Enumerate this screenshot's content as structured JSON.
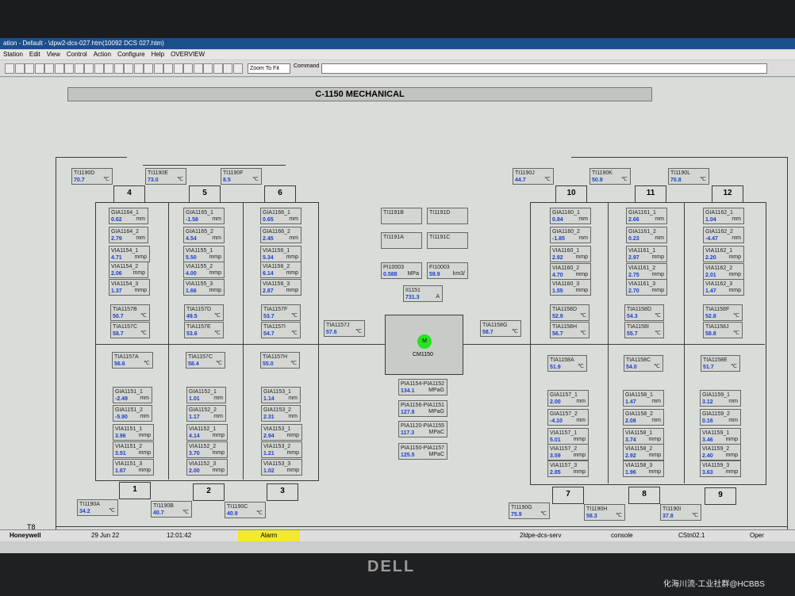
{
  "window": {
    "title": "ation - Default - \\dpw2-dcs-027.htm(10092 DCS 027.htm)"
  },
  "menu": [
    "Station",
    "Edit",
    "View",
    "Control",
    "Action",
    "Configure",
    "Help",
    "OVERVIEW"
  ],
  "toolbar": {
    "zoom": "Zoom To Fit",
    "command_label": "Command"
  },
  "display": {
    "title": "C-1150 MECHANICAL"
  },
  "motor": {
    "tag": "CM1150",
    "letter": "M",
    "color": "#26e21f"
  },
  "bottom_label": "T8",
  "boxes": {
    "b1": "1",
    "b2": "2",
    "b3": "3",
    "b4": "4",
    "b5": "5",
    "b6": "6",
    "b7": "7",
    "b8": "8",
    "b9": "9",
    "b10": "10",
    "b11": "11",
    "b12": "12"
  },
  "tags": [
    {
      "id": "TI1190D",
      "name": "TI1190D",
      "value": "70.7",
      "unit": "℃"
    },
    {
      "id": "TI1190E",
      "name": "TI1190E",
      "value": "73.0",
      "unit": "℃"
    },
    {
      "id": "TI1190F",
      "name": "TI1190F",
      "value": "8.5",
      "unit": "℃"
    },
    {
      "id": "TI1190J",
      "name": "TI1190J",
      "value": "44.7",
      "unit": "℃"
    },
    {
      "id": "TI1190K",
      "name": "TI1190K",
      "value": "50.9",
      "unit": "℃"
    },
    {
      "id": "TI1190L",
      "name": "TI1190L",
      "value": "70.8",
      "unit": "℃"
    },
    {
      "id": "GIA1164_1",
      "name": "GIA1164_1",
      "value": "0.62",
      "unit": "mm"
    },
    {
      "id": "GIA1164_2",
      "name": "GIA1164_2",
      "value": "2.79",
      "unit": "mm"
    },
    {
      "id": "VIA1154_1",
      "name": "VIA1154_1",
      "value": "4.71",
      "unit": "mmp"
    },
    {
      "id": "VIA1154_2",
      "name": "VIA1154_2",
      "value": "2.06",
      "unit": "mmp"
    },
    {
      "id": "VIA1154_3",
      "name": "VIA1154_3",
      "value": "1.37",
      "unit": "mmp"
    },
    {
      "id": "GIA1165_1",
      "name": "GIA1165_1",
      "value": "-1.58",
      "unit": "mm"
    },
    {
      "id": "GIA1165_2",
      "name": "GIA1165_2",
      "value": "4.54",
      "unit": "mm"
    },
    {
      "id": "VIA1155_1",
      "name": "VIA1155_1",
      "value": "5.50",
      "unit": "mmp"
    },
    {
      "id": "VIA1155_2",
      "name": "VIA1155_2",
      "value": "4.00",
      "unit": "mmp"
    },
    {
      "id": "VIA1155_3",
      "name": "VIA1155_3",
      "value": "1.66",
      "unit": "mmp"
    },
    {
      "id": "GIA1166_1",
      "name": "GIA1166_1",
      "value": "0.65",
      "unit": "mm"
    },
    {
      "id": "GIA1166_2",
      "name": "GIA1166_2",
      "value": "2.45",
      "unit": "mm"
    },
    {
      "id": "VIA1156_1",
      "name": "VIA1156_1",
      "value": "5.34",
      "unit": "mmp"
    },
    {
      "id": "VIA1156_2",
      "name": "VIA1156_2",
      "value": "6.14",
      "unit": "mmp"
    },
    {
      "id": "VIA1156_3",
      "name": "VIA1156_3",
      "value": "2.87",
      "unit": "mmp"
    },
    {
      "id": "TIA1157B",
      "name": "TIA1157B",
      "value": "50.7",
      "unit": "℃"
    },
    {
      "id": "TIA1157C",
      "name": "TIA1157C",
      "value": "58.7",
      "unit": "℃"
    },
    {
      "id": "TIA1157D",
      "name": "TIA1157D",
      "value": "49.5",
      "unit": "℃"
    },
    {
      "id": "TIA1157E",
      "name": "TIA1157E",
      "value": "53.6",
      "unit": "℃"
    },
    {
      "id": "TIA1157F",
      "name": "TIA1157F",
      "value": "53.7",
      "unit": "℃"
    },
    {
      "id": "TIA1157I",
      "name": "TIA1157I",
      "value": "54.7",
      "unit": "℃"
    },
    {
      "id": "TIA1157A",
      "name": "TIA1157A",
      "value": "56.6",
      "unit": "℃"
    },
    {
      "id": "TIA1157C2",
      "name": "TIA1157C",
      "value": "58.4",
      "unit": "℃"
    },
    {
      "id": "TIA1157H",
      "name": "TIA1157H",
      "value": "55.0",
      "unit": "℃"
    },
    {
      "id": "TIA1157J",
      "name": "TIA1157J",
      "value": "57.6",
      "unit": "℃"
    },
    {
      "id": "GIA1151_1",
      "name": "GIA1151_1",
      "value": "-2.49",
      "unit": "mm"
    },
    {
      "id": "GIA1151_2",
      "name": "GIA1151_2",
      "value": "-5.90",
      "unit": "mm"
    },
    {
      "id": "VIA1151_1",
      "name": "VIA1151_1",
      "value": "3.96",
      "unit": "mmp"
    },
    {
      "id": "VIA1151_2",
      "name": "VIA1151_2",
      "value": "3.51",
      "unit": "mmp"
    },
    {
      "id": "VIA1151_3",
      "name": "VIA1151_3",
      "value": "1.87",
      "unit": "mmp"
    },
    {
      "id": "GIA1152_1",
      "name": "GIA1152_1",
      "value": "1.01",
      "unit": "mm"
    },
    {
      "id": "GIA1152_2",
      "name": "GIA1152_2",
      "value": "1.17",
      "unit": "mm"
    },
    {
      "id": "VIA1152_1",
      "name": "VIA1152_1",
      "value": "4.14",
      "unit": "mmp"
    },
    {
      "id": "VIA1152_2",
      "name": "VIA1152_2",
      "value": "3.70",
      "unit": "mmp"
    },
    {
      "id": "VIA1152_3",
      "name": "VIA1152_3",
      "value": "2.00",
      "unit": "mmp"
    },
    {
      "id": "GIA1153_1",
      "name": "GIA1153_1",
      "value": "1.14",
      "unit": "mm"
    },
    {
      "id": "GIA1153_2",
      "name": "GIA1153_2",
      "value": "2.31",
      "unit": "mm"
    },
    {
      "id": "VIA1153_1",
      "name": "VIA1153_1",
      "value": "2.94",
      "unit": "mmp"
    },
    {
      "id": "VIA1153_2",
      "name": "VIA1153_2",
      "value": "1.21",
      "unit": "mmp"
    },
    {
      "id": "VIA1153_3",
      "name": "VIA1153_3",
      "value": "1.02",
      "unit": "mmp"
    },
    {
      "id": "TI1190A",
      "name": "TI1190A",
      "value": "34.2",
      "unit": "℃"
    },
    {
      "id": "TI1190B",
      "name": "TI1190B",
      "value": "40.7",
      "unit": "℃"
    },
    {
      "id": "TI1190C",
      "name": "TI1190C",
      "value": "40.9",
      "unit": "℃"
    },
    {
      "id": "TI1191B",
      "name": "TI1191B",
      "value": "",
      "unit": ""
    },
    {
      "id": "TI1191D",
      "name": "TI1191D",
      "value": "",
      "unit": ""
    },
    {
      "id": "TI1191A",
      "name": "TI1191A",
      "value": "",
      "unit": ""
    },
    {
      "id": "TI1191C",
      "name": "TI1191C",
      "value": "",
      "unit": ""
    },
    {
      "id": "PI10003",
      "name": "PI10003",
      "value": "0.588",
      "unit": "MPa"
    },
    {
      "id": "FI10003",
      "name": "FI10003",
      "value": "59.9",
      "unit": "km3/"
    },
    {
      "id": "II1151",
      "name": "II1151",
      "value": "731.3",
      "unit": "A"
    },
    {
      "id": "PIA1154",
      "name": "PIA1154-PIA1152",
      "value": "134.1",
      "unit": "MPaG"
    },
    {
      "id": "PIA1156",
      "name": "PIA1156-PIA1151",
      "value": "127.8",
      "unit": "MPaG"
    },
    {
      "id": "PIA1120",
      "name": "PIA1120-PIA1155",
      "value": "117.3",
      "unit": "MPaC"
    },
    {
      "id": "PIA1150",
      "name": "PIA1150-PIA1157",
      "value": "125.5",
      "unit": "MPaC"
    },
    {
      "id": "GIA1160_1",
      "name": "GIA1160_1",
      "value": "0.84",
      "unit": "mm"
    },
    {
      "id": "GIA1160_2",
      "name": "GIA1160_2",
      "value": "-1.85",
      "unit": "mm"
    },
    {
      "id": "VIA1160_1",
      "name": "VIA1160_1",
      "value": "2.82",
      "unit": "mmp"
    },
    {
      "id": "VIA1160_2",
      "name": "VIA1160_2",
      "value": "4.70",
      "unit": "mmp"
    },
    {
      "id": "VIA1160_3",
      "name": "VIA1160_3",
      "value": "1.55",
      "unit": "mmp"
    },
    {
      "id": "GIA1161_1",
      "name": "GIA1161_1",
      "value": "2.66",
      "unit": "mm"
    },
    {
      "id": "GIA1161_2",
      "name": "GIA1161_2",
      "value": "0.23",
      "unit": "mm"
    },
    {
      "id": "VIA1161_1",
      "name": "VIA1161_1",
      "value": "2.97",
      "unit": "mmp"
    },
    {
      "id": "VIA1161_2",
      "name": "VIA1161_2",
      "value": "2.75",
      "unit": "mmp"
    },
    {
      "id": "VIA1161_3",
      "name": "VIA1161_3",
      "value": "2.70",
      "unit": "mmp"
    },
    {
      "id": "GIA1162_1",
      "name": "GIA1162_1",
      "value": "1.04",
      "unit": "mm"
    },
    {
      "id": "GIA1162_2",
      "name": "GIA1162_2",
      "value": "-4.47",
      "unit": "mm"
    },
    {
      "id": "VIA1162_1",
      "name": "VIA1162_1",
      "value": "2.20",
      "unit": "mmp"
    },
    {
      "id": "VIA1162_2",
      "name": "VIA1162_2",
      "value": "2.01",
      "unit": "mmp"
    },
    {
      "id": "VIA1162_3",
      "name": "VIA1162_3",
      "value": "1.47",
      "unit": "mmp"
    },
    {
      "id": "TIA1158D",
      "name": "TIA1158D",
      "value": "52.9",
      "unit": "℃"
    },
    {
      "id": "TIA1158H",
      "name": "TIA1158H",
      "value": "56.7",
      "unit": "℃"
    },
    {
      "id": "TIA1158D2",
      "name": "TIA1158D",
      "value": "54.3",
      "unit": "℃"
    },
    {
      "id": "TIA1158I",
      "name": "TIA1158I",
      "value": "55.7",
      "unit": "℃"
    },
    {
      "id": "TIA1158F",
      "name": "TIA1158F",
      "value": "52.8",
      "unit": "℃"
    },
    {
      "id": "TIA1158J",
      "name": "TIA1158J",
      "value": "58.8",
      "unit": "℃"
    },
    {
      "id": "TIA1158G",
      "name": "TIA1158G",
      "value": "58.7",
      "unit": "℃"
    },
    {
      "id": "TIA1158A",
      "name": "TIA1158A",
      "value": "51.9",
      "unit": "℃"
    },
    {
      "id": "TIA1158C",
      "name": "TIA1158C",
      "value": "54.0",
      "unit": "℃"
    },
    {
      "id": "TIA1158E",
      "name": "TIA1158E",
      "value": "51.7",
      "unit": "℃"
    },
    {
      "id": "GIA1157_1",
      "name": "GIA1157_1",
      "value": "2.00",
      "unit": "mm"
    },
    {
      "id": "GIA1157_2",
      "name": "GIA1157_2",
      "value": "-4.10",
      "unit": "mm"
    },
    {
      "id": "VIA1157_1",
      "name": "VIA1157_1",
      "value": "5.01",
      "unit": "mmp"
    },
    {
      "id": "VIA1157_2",
      "name": "VIA1157_2",
      "value": "3.59",
      "unit": "mmp"
    },
    {
      "id": "VIA1157_3",
      "name": "VIA1157_3",
      "value": "2.85",
      "unit": "mmp"
    },
    {
      "id": "GIA1158_1",
      "name": "GIA1158_1",
      "value": "1.47",
      "unit": "mm"
    },
    {
      "id": "GIA1158_2",
      "name": "GIA1158_2",
      "value": "2.08",
      "unit": "mm"
    },
    {
      "id": "VIA1158_1",
      "name": "VIA1158_1",
      "value": "3.74",
      "unit": "mmp"
    },
    {
      "id": "VIA1158_2",
      "name": "VIA1158_2",
      "value": "2.92",
      "unit": "mmp"
    },
    {
      "id": "VIA1158_3",
      "name": "VIA1158_3",
      "value": "1.96",
      "unit": "mmp"
    },
    {
      "id": "GIA1159_1",
      "name": "GIA1159_1",
      "value": "3.12",
      "unit": "mm"
    },
    {
      "id": "GIA1159_2",
      "name": "GIA1159_2",
      "value": "0.16",
      "unit": "mm"
    },
    {
      "id": "VIA1159_1",
      "name": "VIA1159_1",
      "value": "3.46",
      "unit": "mmp"
    },
    {
      "id": "VIA1159_2",
      "name": "VIA1159_2",
      "value": "2.40",
      "unit": "mmp"
    },
    {
      "id": "VIA1159_3",
      "name": "VIA1159_3",
      "value": "3.63",
      "unit": "mmp"
    },
    {
      "id": "TI1190G",
      "name": "TI1190G",
      "value": "75.9",
      "unit": "℃"
    },
    {
      "id": "TI1190H",
      "name": "TI1190H",
      "value": "58.3",
      "unit": "℃"
    },
    {
      "id": "TI1190I",
      "name": "TI1190I",
      "value": "37.8",
      "unit": "℃"
    }
  ],
  "status": {
    "brand": "Honeywell",
    "date": "29 Jun 22",
    "time": "12:01:42",
    "alarm": "Alarm",
    "server": "2ldpe-dcs-serv",
    "console": "console",
    "station": "CStn02.1",
    "mode": "Oper"
  },
  "monitor": {
    "brand": "DELL"
  },
  "watermark": "化海川流-工业社群@HCBBS",
  "colors": {
    "value": "#1e3fd0",
    "alarm_bar": "#f2ea2a",
    "motor": "#26e21f",
    "title_bar": "#1b4f8c"
  }
}
